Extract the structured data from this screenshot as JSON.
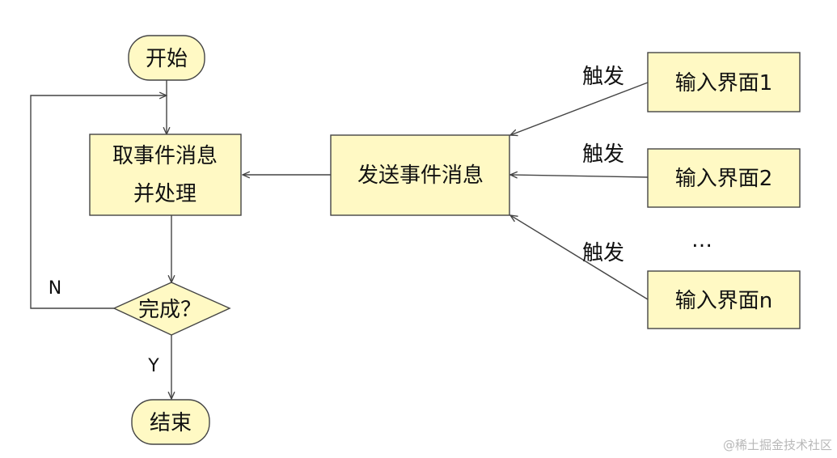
{
  "nodes": {
    "start": "开始",
    "process": [
      "取事件消息",
      "并处理"
    ],
    "send": "发送事件消息",
    "decision": "完成？",
    "end": "结束",
    "ui1": "输入界面1",
    "ui2": "输入界面2",
    "uin": "输入界面n",
    "ellipsis": "…"
  },
  "edges": {
    "trigger1": "触发",
    "trigger2": "触发",
    "trigger3": "触发",
    "no": "N",
    "yes": "Y"
  },
  "colors": {
    "box_fill": "#fff9c4",
    "box_stroke": "#444444",
    "line": "#444444"
  },
  "watermark": "@稀土掘金技术社区"
}
